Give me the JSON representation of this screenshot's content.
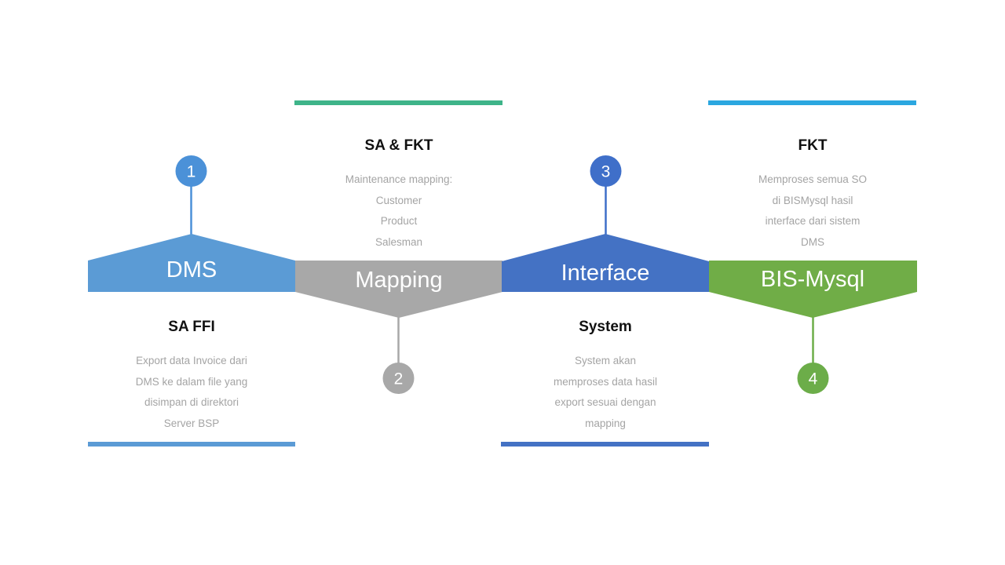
{
  "slide": {
    "background": "#ffffff"
  },
  "steps": [
    {
      "number": "1",
      "banner_label": "DMS",
      "shape_color": "#5b9bd5",
      "circle_color": "#4b91d8"
    },
    {
      "number": "2",
      "banner_label": "Mapping",
      "shape_color": "#a8a8a8",
      "circle_color": "#a8a8a8"
    },
    {
      "number": "3",
      "banner_label": "Interface",
      "shape_color": "#4472c4",
      "circle_color": "#3f6fc9"
    },
    {
      "number": "4",
      "banner_label": "BIS-Mysql",
      "shape_color": "#70ad47",
      "circle_color": "#6cad49"
    }
  ],
  "panels": [
    {
      "title": "SA FFI",
      "lines": [
        "Export data Invoice dari",
        "DMS ke dalam file yang",
        "disimpan di direktori",
        "Server BSP"
      ],
      "bar_color": "#5b9bd5"
    },
    {
      "title": "SA & FKT",
      "lines": [
        "Maintenance mapping:",
        "Customer",
        "Product",
        "Salesman"
      ],
      "bar_color": "#3eb489"
    },
    {
      "title": "System",
      "lines": [
        "System akan",
        "memproses data hasil",
        "export sesuai dengan",
        "mapping"
      ],
      "bar_color": "#4472c4"
    },
    {
      "title": "FKT",
      "lines": [
        "Memproses semua SO",
        "di BISMysql hasil",
        "interface dari sistem",
        "DMS"
      ],
      "bar_color": "#2ba7e0"
    }
  ],
  "text_colors": {
    "heading": "#111111",
    "body": "#a4a4a4",
    "banner_text": "#ffffff"
  }
}
